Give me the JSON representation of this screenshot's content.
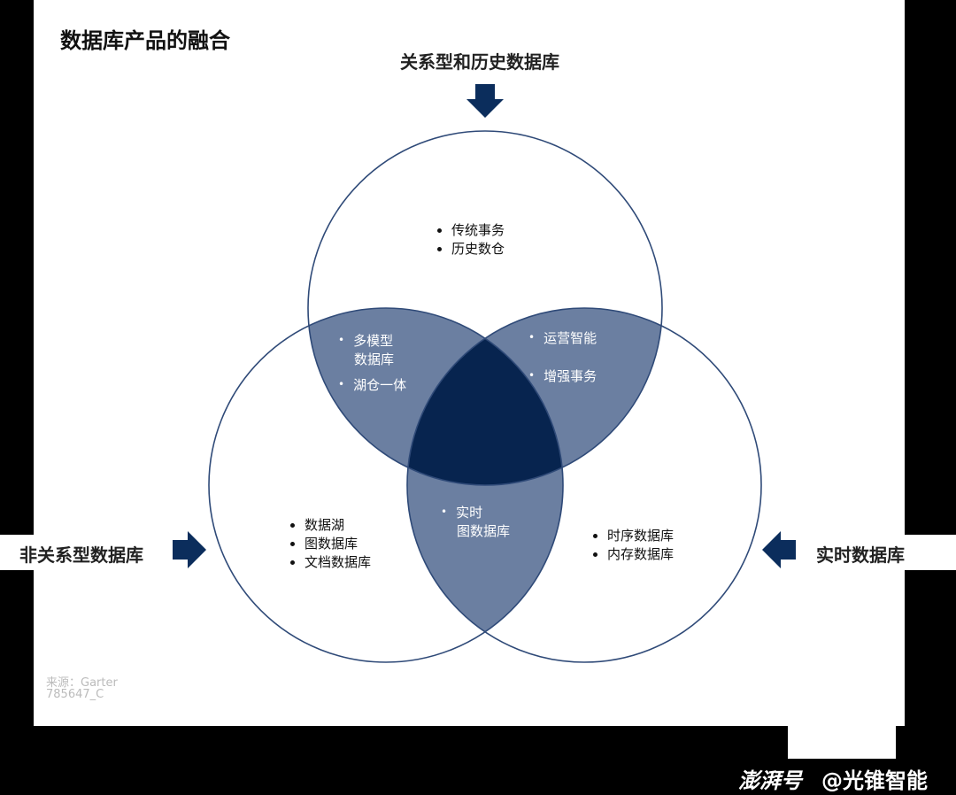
{
  "title": "数据库产品的融合",
  "labels": {
    "top": "关系型和历史数据库",
    "left": "非关系型数据库",
    "right": "实时数据库"
  },
  "regions": {
    "top": [
      "传统事务",
      "历史数仓"
    ],
    "top_left": [
      "多模型",
      "数据库",
      "湖仓一体"
    ],
    "top_right": [
      "运营智能",
      "增强事务"
    ],
    "bottom_middle": [
      "实时",
      "图数据库"
    ],
    "left": [
      "数据湖",
      "图数据库",
      "文档数据库"
    ],
    "right": [
      "时序数据库",
      "内存数据库"
    ]
  },
  "source": {
    "line1": "来源：Garter",
    "line2": "785647_C"
  },
  "watermark": {
    "brand": "澎湃号",
    "author": "@光锥智能"
  },
  "colors": {
    "outline": "#2f4a78",
    "pair": "#6b7fa1",
    "center": "#07244f",
    "arrow": "#0b2d5c"
  }
}
